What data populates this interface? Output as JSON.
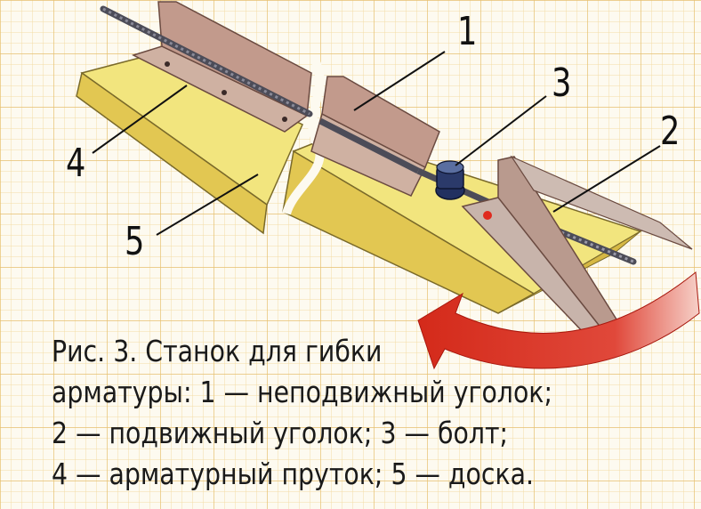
{
  "labels": [
    {
      "id": "1",
      "text": "1"
    },
    {
      "id": "2",
      "text": "2"
    },
    {
      "id": "3",
      "text": "3"
    },
    {
      "id": "4",
      "text": "4"
    },
    {
      "id": "5",
      "text": "5"
    }
  ],
  "caption": {
    "line1": "Рис. 3. Станок для гибки",
    "line2": "арматуры: 1 — неподвижный уголок;",
    "line3": "2 — подвижный уголок; 3 — болт;",
    "line4": "4 — арматурный пруток; 5 — доска."
  },
  "colors": {
    "grid_minor": "#f0d9a0",
    "grid_major": "#e0b860",
    "board": "#f0e27a",
    "board_side": "#e0c550",
    "angle": "#c9a99a",
    "rebar": "#556",
    "bolt": "#2b3a6a",
    "arrow": "#d42a1a"
  }
}
